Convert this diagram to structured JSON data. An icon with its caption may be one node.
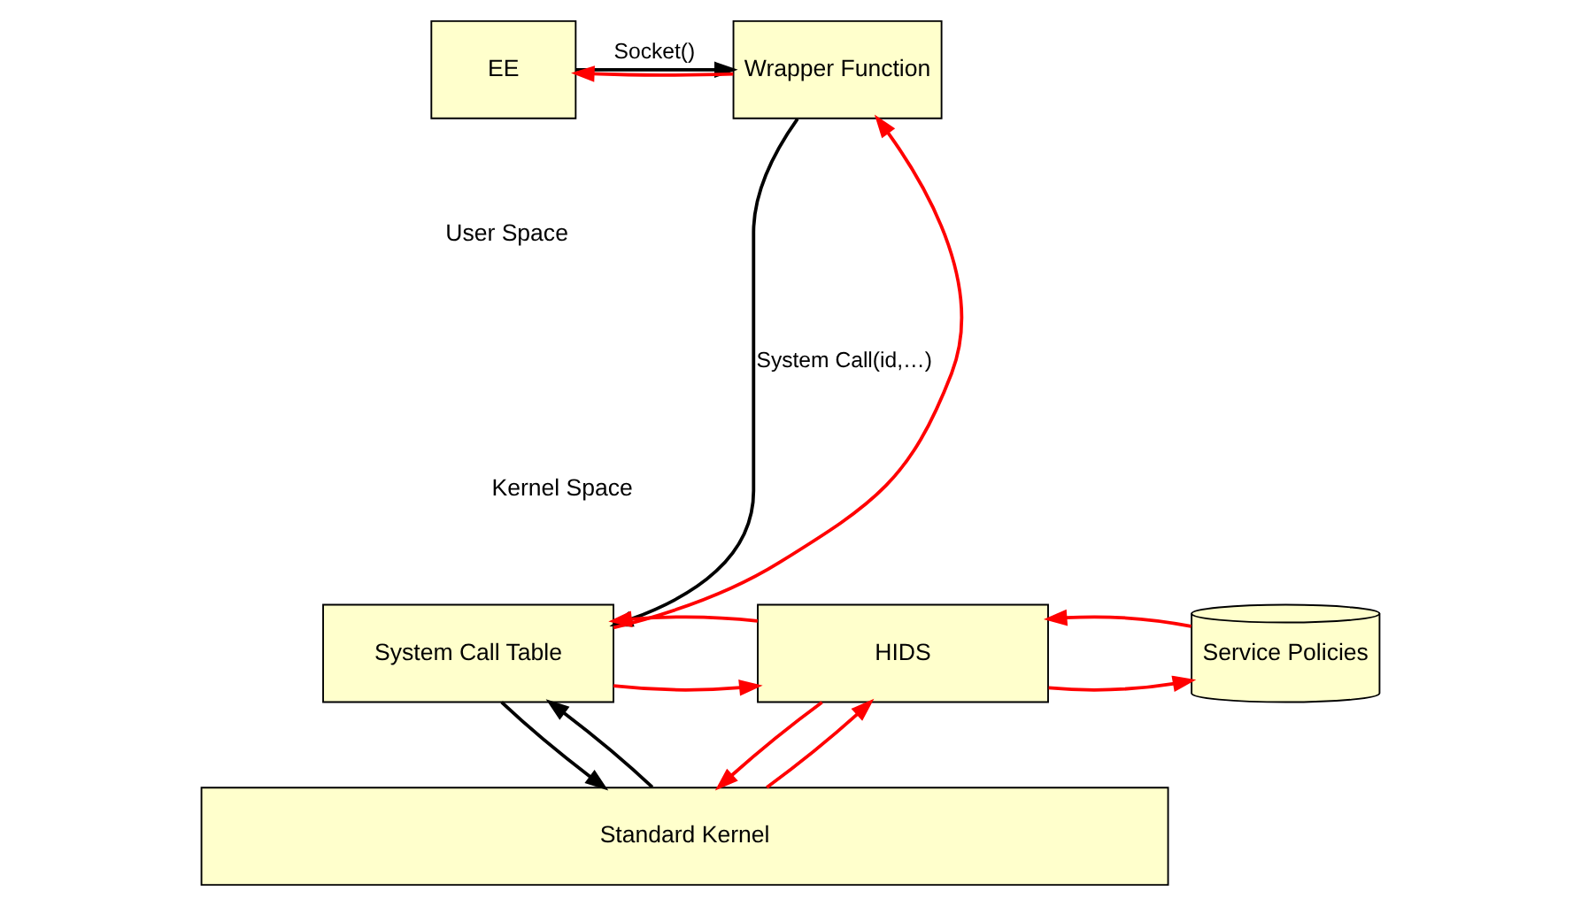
{
  "diagram": {
    "nodes": [
      {
        "text": [
          "EE"
        ]
      },
      {
        "text": [
          "Wrapper Function"
        ]
      },
      {
        "text": [
          "Service Policies"
        ]
      },
      {
        "text": [
          "HIDS"
        ]
      },
      {
        "text": [
          "System Call Table"
        ]
      },
      {
        "text": [
          "Standard Kernel"
        ]
      }
    ],
    "edges": [
      {
        "from": 0,
        "to": 1,
        "arrow": "to",
        "label": "Socket()",
        "color": "#000000"
      },
      {
        "from": 1,
        "to": 0,
        "arrow": "to"
      },
      {
        "from": 1,
        "to": 4,
        "arrow": "to",
        "label": "System Call(id,…)",
        "color": "#000000"
      },
      {
        "from": 4,
        "to": 1,
        "arrow": "to"
      },
      {
        "from": 3,
        "to": 2,
        "arrow": "to"
      },
      {
        "from": 2,
        "to": 3,
        "arrow": "to"
      },
      {
        "from": 4,
        "to": 3,
        "arrow": "to"
      },
      {
        "from": 3,
        "to": 4,
        "arrow": "to"
      },
      {
        "from": 3,
        "to": 5,
        "arrow": "to"
      },
      {
        "from": 5,
        "to": 3,
        "arrow": "to"
      },
      {
        "from": 4,
        "to": 5,
        "arrow": "to",
        "color": "#000000"
      },
      {
        "from": 5,
        "to": 4,
        "arrow": "to",
        "color": "#000000"
      }
    ],
    "labels": [
      "User Space",
      "Kernel Space"
    ]
  }
}
